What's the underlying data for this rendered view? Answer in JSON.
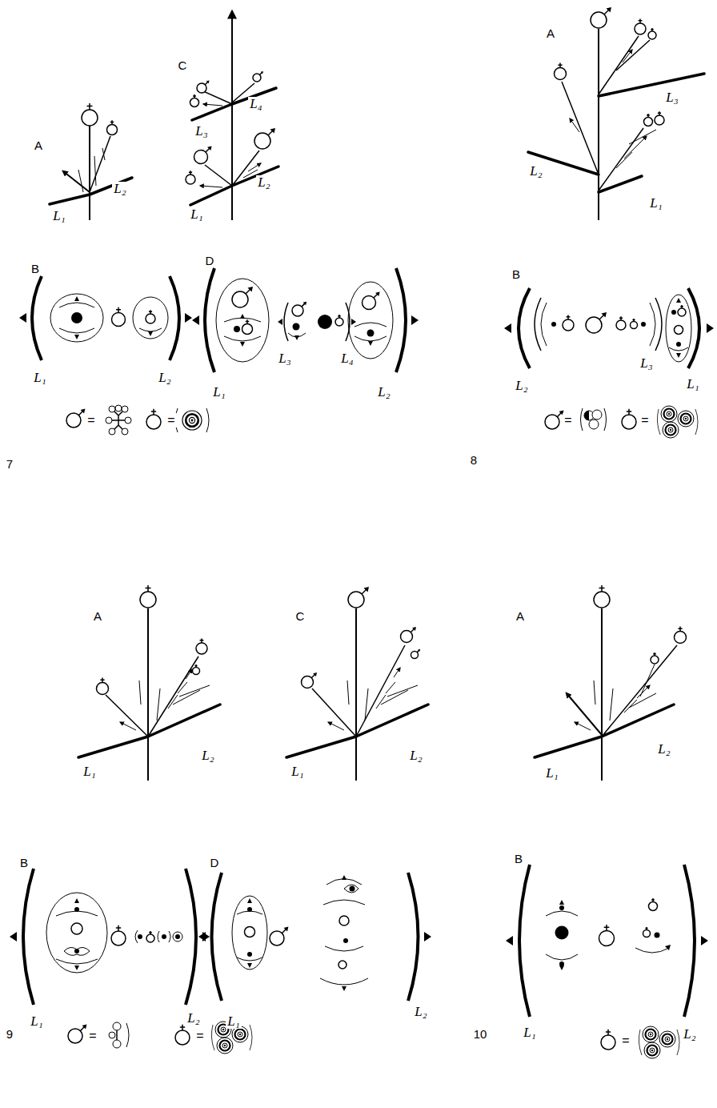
{
  "diagram": {
    "labels": [
      "A",
      "L₁",
      "L₂",
      "C",
      "L₁",
      "L₂",
      "L₃",
      "L₄",
      "B",
      "L₁",
      "L₂",
      "D",
      "L₁",
      "L₃",
      "L₄",
      "L₂",
      "=",
      "=",
      "7",
      "A",
      "L₂",
      "L₃",
      "L₁",
      "B",
      "L₂",
      "L₃",
      "L₁",
      "=",
      "=",
      "8",
      "A",
      "L₁",
      "L₂",
      "C",
      "L₁",
      "L₂",
      "B",
      "L₁",
      "L₂",
      "D",
      "L₁",
      "L₂",
      "=",
      "=",
      "9",
      "A",
      "L₁",
      "L₂",
      "B",
      "L₁",
      "L₂",
      "=",
      "10"
    ]
  }
}
